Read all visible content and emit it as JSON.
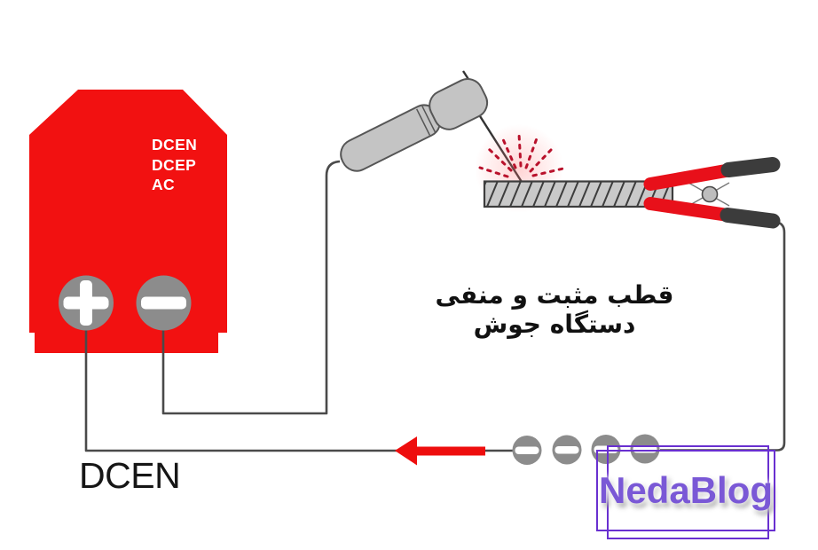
{
  "machine": {
    "mode_labels": [
      "DCEN",
      "DCEP",
      "AC"
    ],
    "positive_terminal_symbol": "+",
    "negative_terminal_symbol": "−"
  },
  "caption_rtl": "قطب مثبت و منفی دستگاه جوش",
  "polarity_label": "DCEN",
  "watermark": "NedaBlog",
  "electrons": {
    "symbol": "−",
    "count": 4
  },
  "current_arrow": {
    "direction": "left"
  },
  "colors": {
    "machine_red": "#f21111",
    "clamp_red": "#e8101a",
    "clamp_handle_black": "#3c3c3c",
    "arrow_red": "#ee0e0e",
    "spark_red": "#b9112b",
    "terminal_gray": "#8c8c8c",
    "electron_gray": "#8c8c8c",
    "wire_gray": "#4a4a4a",
    "torch_gray": "#c4c4c4",
    "workpiece_gray": "#c9c9c9",
    "watermark_text_purple": "#7a58d6",
    "watermark_frame_purple": "#6930d0",
    "label_black": "#161616"
  }
}
